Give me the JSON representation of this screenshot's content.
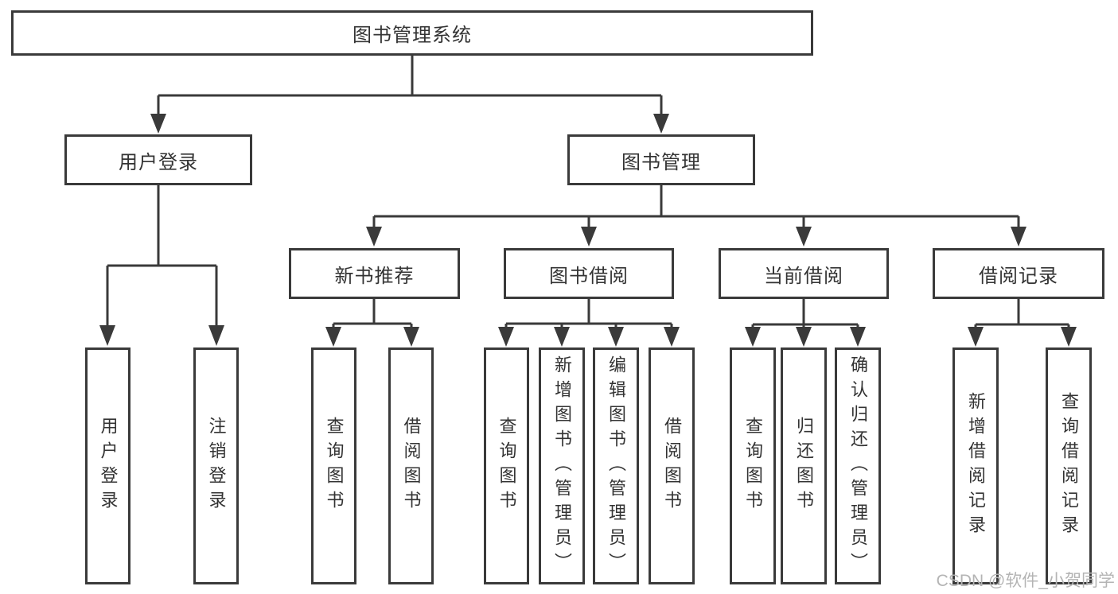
{
  "tree": {
    "root": "图书管理系统",
    "branches": [
      {
        "label": "用户登录",
        "children": [
          "用户登录",
          "注销登录"
        ]
      },
      {
        "label": "图书管理",
        "sections": [
          {
            "label": "新书推荐",
            "children": [
              "查询图书",
              "借阅图书"
            ]
          },
          {
            "label": "图书借阅",
            "children": [
              "查询图书",
              "新增图书（管理员）",
              "编辑图书（管理员）",
              "借阅图书"
            ]
          },
          {
            "label": "当前借阅",
            "children": [
              "查询图书",
              "归还图书",
              "确认归还（管理员）"
            ]
          },
          {
            "label": "借阅记录",
            "children": [
              "新增借阅记录",
              "查询借阅记录"
            ]
          }
        ]
      }
    ]
  },
  "watermark": "CSDN @软件_小贺同学",
  "colors": {
    "line": "#3a3a3a",
    "text": "#333333",
    "box_background": "#ffffff",
    "watermark": "#b4b4b4",
    "background": "#ffffff"
  }
}
